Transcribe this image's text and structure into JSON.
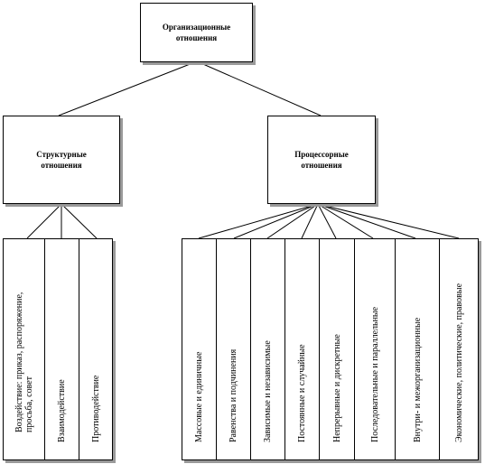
{
  "root": {
    "label_line1": "Организационные",
    "label_line2": "отношения"
  },
  "structural": {
    "label_line1": "Структурные",
    "label_line2": "отношения",
    "items": [
      {
        "line1": "Воздействие: приказ, распоряжение,",
        "line2": "просьба, совет"
      },
      {
        "line1": "Взаимодействие"
      },
      {
        "line1": "Противодействие"
      }
    ]
  },
  "process": {
    "label_line1": "Процессорные",
    "label_line2": "отношения",
    "items": [
      {
        "line1": "Массовые и единичные"
      },
      {
        "line1": "Равенства и подчинения"
      },
      {
        "line1": "Зависимые и независимые"
      },
      {
        "line1": "Постоянные и случайные"
      },
      {
        "line1": "Непрерывные и дискретные"
      },
      {
        "line1": "Последовательные и параллельные"
      },
      {
        "line1": "Внутри- и межорганизационные"
      },
      {
        "line1": "Экономические, политические, правовые"
      }
    ]
  }
}
